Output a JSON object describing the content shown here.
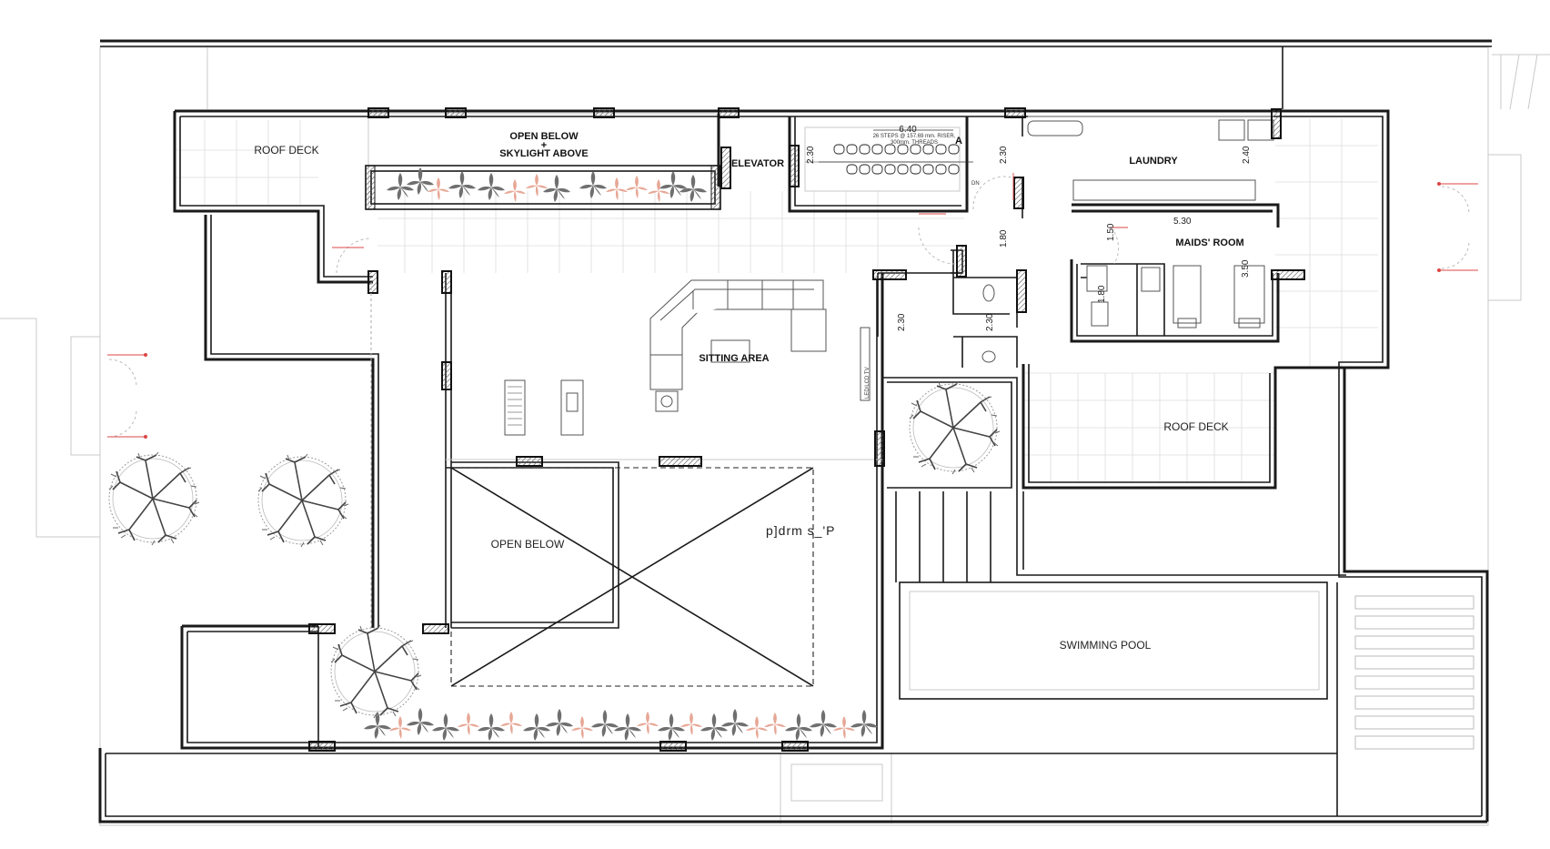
{
  "rooms": {
    "roof_deck_left": "ROOF DECK",
    "open_below_skylight": "OPEN BELOW",
    "skylight_plus": "+",
    "skylight_above": "SKYLIGHT ABOVE",
    "elevator": "ELEVATOR",
    "laundry": "LAUNDRY",
    "maids_room": "MAIDS' ROOM",
    "sitting_area": "SITTING AREA",
    "roof_deck_right": "ROOF DECK",
    "open_below": "OPEN BELOW",
    "swimming_pool": "SWIMMING POOL",
    "garbled": "p]drm  s_'P",
    "led_tv": "LED/LCD TV"
  },
  "stair": {
    "length": "6.40",
    "steps_note": "26 STEPS @ 157.69 mm. RISER,",
    "threads_note": "300mm. THREADS",
    "section_mark": "A",
    "direction": "DN"
  },
  "dimensions": {
    "elevator_left": "2.30",
    "stair_right": "2.30",
    "laundry_height": "2.40",
    "maids_width": "5.30",
    "maids_left": "1.50",
    "maids_height": "3.50",
    "corridor": "1.80",
    "bath_left": "2.30",
    "bath_right": "2.30",
    "maids_bath": "1.80"
  }
}
